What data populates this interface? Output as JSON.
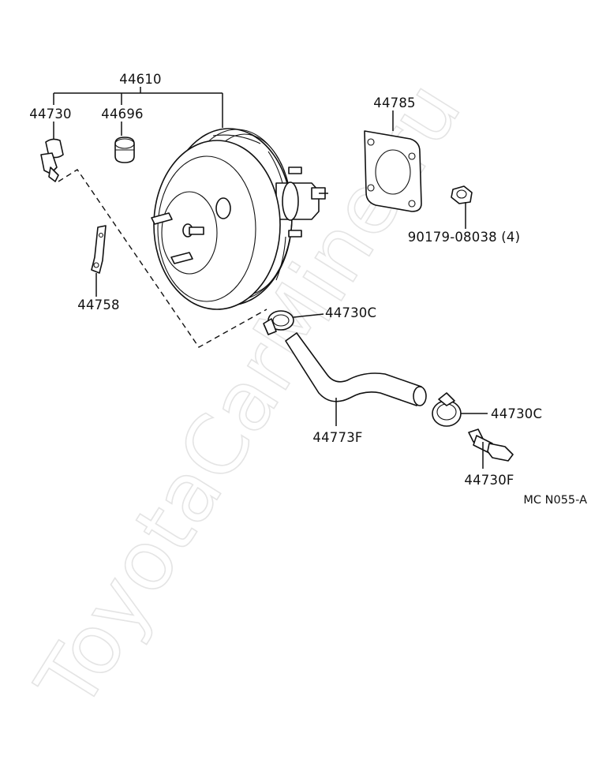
{
  "diagram": {
    "watermark": "ToyotaCarMine.ru",
    "figure_code": "MC N055-A",
    "callouts": {
      "booster_assembly": "44610",
      "check_valve": "44730",
      "grommet": "44696",
      "gasket": "44785",
      "nut": "90179-08038 (4)",
      "bracket": "44758",
      "clamp_upper": "44730C",
      "vacuum_hose": "44773F",
      "clamp_lower": "44730C",
      "union": "44730F"
    }
  }
}
